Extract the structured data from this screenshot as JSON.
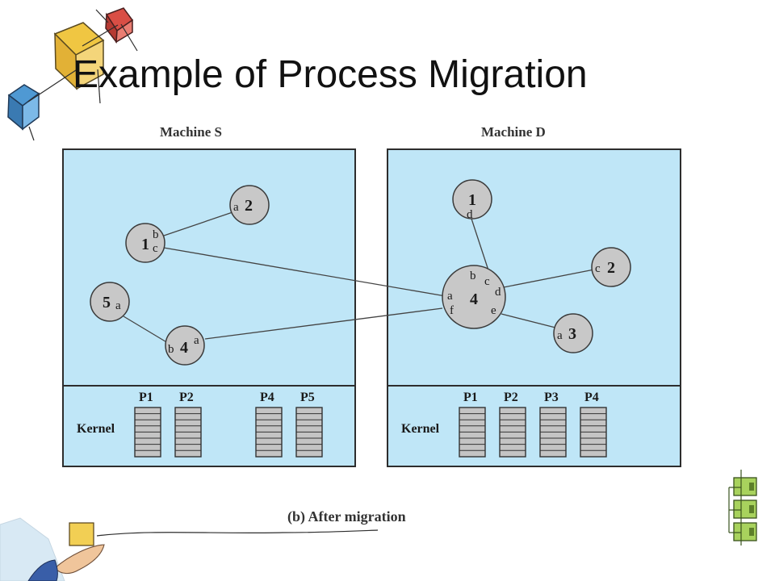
{
  "slide": {
    "title": "Example of Process Migration",
    "caption": "(b) After migration"
  },
  "machines": [
    {
      "label": "Machine S",
      "kernel_label": "Kernel",
      "processes": [
        "P1",
        "P2",
        "P4",
        "P5"
      ],
      "nodes": [
        {
          "id": "1",
          "ports": [
            "b",
            "c"
          ]
        },
        {
          "id": "2",
          "ports": [
            "a"
          ]
        },
        {
          "id": "5",
          "ports": [
            "a"
          ]
        },
        {
          "id": "4",
          "ports": [
            "b",
            "a"
          ]
        }
      ]
    },
    {
      "label": "Machine D",
      "kernel_label": "Kernel",
      "processes": [
        "P1",
        "P2",
        "P3",
        "P4"
      ],
      "nodes": [
        {
          "id": "1",
          "ports": [
            "d"
          ]
        },
        {
          "id": "4",
          "ports": [
            "b",
            "c",
            "d",
            "a",
            "f",
            "e"
          ]
        },
        {
          "id": "2",
          "ports": [
            "c"
          ]
        },
        {
          "id": "3",
          "ports": [
            "a"
          ]
        }
      ]
    }
  ],
  "colors": {
    "panel_fill": "#bfe6f7",
    "panel_border": "#2d2d2d",
    "node_fill": "#c8c8c8",
    "node_border": "#3a3a3a",
    "queue_fill": "#c4c4c4"
  },
  "decorations": {
    "top_left": "cube-clipart-icon",
    "bottom_left": "hand-clipart-icon",
    "right": "flowchart-clipart-icon"
  }
}
